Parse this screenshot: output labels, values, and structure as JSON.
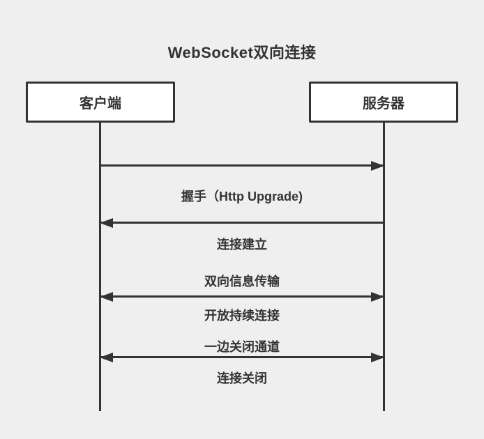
{
  "title": "WebSocket双向连接",
  "actors": [
    {
      "id": "client",
      "label": "客户端"
    },
    {
      "id": "server",
      "label": "服务器"
    }
  ],
  "steps": [
    {
      "arrow": "right",
      "from": "client",
      "to": "server",
      "label_below": "握手（Http Upgrade)"
    },
    {
      "arrow": "left",
      "from": "server",
      "to": "client",
      "label_below": "连接建立"
    },
    {
      "arrow": "both",
      "label_above": "双向信息传输",
      "label_below": "开放持续连接"
    },
    {
      "arrow": "both",
      "label_above": "一边关闭通道",
      "label_below": "连接关闭"
    }
  ],
  "colors": {
    "line": "#333333",
    "text": "#333333",
    "background": "#efefef",
    "box_fill": "#ffffff"
  }
}
